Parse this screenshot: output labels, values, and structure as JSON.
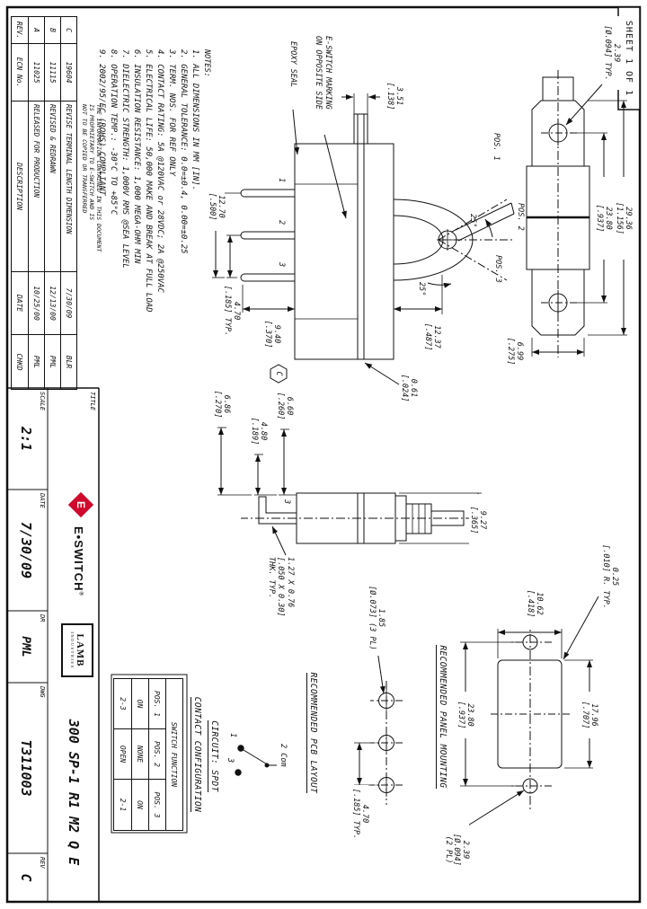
{
  "sheet": {
    "label": "SHEET 1 OF 1"
  },
  "notes": {
    "heading": "NOTES:",
    "items": [
      "1. ALL DIMENSIONS IN MM [IN].",
      "2. GENERAL TOLERANCE: 0.0=±0.4, 0.00=±0.25",
      "3. TERM. NOS. FOR REF ONLY",
      "4. CONTACT RATING: 5A @120VAC or 28VDC; 2A @250VAC",
      "5. ELECTRICAL LIFE: 50,000 MAKE AND BREAK AT FULL LOAD",
      "6. INSULATION RESISTANCE: 1,000 MEGA-OHM MIN",
      "7. DIELECTRIC STRENGTH: 1,000V RMS @SEA LEVEL",
      "8. OPERATION TEMP.: -30°C TO +85°C",
      "9. 2002/95/EC (ROHS) COMPLIANT."
    ]
  },
  "revision_table": {
    "headers": {
      "rev": "REV.",
      "ecn": "ECN No.",
      "description": "DESCRIPTION",
      "date": "DATE",
      "chkd": "CHKD"
    },
    "rows": [
      {
        "rev": "C",
        "ecn": "19604",
        "description": "REVISE TERMINAL LENGTH DIMENSION",
        "date": "7/30/09",
        "chkd": "BLR"
      },
      {
        "rev": "B",
        "ecn": "11115",
        "description": "REVISED & REDRAWN",
        "date": "12/13/00",
        "chkd": "PML"
      },
      {
        "rev": "A",
        "ecn": "11025",
        "description": "RELEASED FOR PRODUCTION",
        "date": "10/25/00",
        "chkd": "PML"
      }
    ]
  },
  "proprietary_note": "THE INFORMATION CONTAINED IN THIS DOCUMENT\nIS PROPRIETARY TO E-SWITCH AND IS\nNOT TO BE COPIED OR TRANSFERRED",
  "title_block": {
    "title_label": "TITLE",
    "title": "300 SP-1 R1 M2 Q E",
    "scale_label": "SCALE",
    "scale": "2:1",
    "date_label": "DATE",
    "date": "7/30/09",
    "dr_label": "DR",
    "dr": "PML",
    "dwg_label": "DWG",
    "dwg": "T311003",
    "rev_label": "REV",
    "rev": "C",
    "brand": "E•SWITCH",
    "brand_reg": "®",
    "lamb": "LAMB",
    "lamb_sub": "INDUSTRIES",
    "lamb_tm": "™",
    "brand_color": "#cf0a2c"
  },
  "side_view": {
    "callout_marking": "E-SWITCH MARKING\nON OPPOSITE SIDE",
    "callout_epoxy": "EPOXY SEAL",
    "pos1": "POS. 1",
    "pos2": "POS. 2",
    "pos3": "POS. 3",
    "angle1": "25°",
    "angle2": "25°",
    "terminals": [
      "1",
      "2",
      "3"
    ],
    "hex_mark": "C",
    "dim_lever": "3.51\n[.138]",
    "dim_term_len": "9.40\n[.370]",
    "dim_pitch": "4.70\n[.185] TYP.",
    "dim_span": "12.70\n[.500]",
    "dim_seam": "0.61\n[.024]",
    "dim_throw": "12.37\n[.487]"
  },
  "top_view": {
    "dim_overall": "29.36\n[1.156]",
    "dim_holes": "23.80\n[.937]",
    "dim_end": "6.99\n[.275]",
    "callout_hole": "2.39\n[Ø.094] TYP."
  },
  "front_view": {
    "dim_width": "9.27\n[.365]",
    "dim_a": "6.60\n[.260]",
    "dim_b": "4.80\n[.189]",
    "dim_c": "6.86\n[.270]",
    "terminal": "3",
    "callout_thk": "1.27 X 0.76\n[.050 X 0.30]\nTHK. TYP."
  },
  "pcb_layout": {
    "heading": "RECOMMENDED PCB LAYOUT",
    "dim_pitch": "4.70\n[.185] TYP.",
    "callout_hole": "1.85\n[Ø.073] (3 PL)"
  },
  "panel_mounting": {
    "heading": "RECOMMENDED PANEL MOUNTING",
    "dim_cut_w": "17.96\n[.707]",
    "dim_cut_h": "10.62\n[.418]",
    "dim_holes": "23.80\n[.937]",
    "callout_radius": "0.25\n[.010] R. TYP.",
    "callout_hole": "2.39\n[Ø.094]\n(2 PL)"
  },
  "circuit": {
    "heading": "CIRCUIT: SPDT",
    "com": "2 Com",
    "t1": "1",
    "t3": "3"
  },
  "contact_config": {
    "heading": "CONTACT CONFIGURATION",
    "table": {
      "header": "SWITCH FUNCTION",
      "cols": [
        "POS. 1",
        "POS. 2",
        "POS. 3"
      ],
      "row_on": [
        "ON",
        "NONE",
        "ON"
      ],
      "row_conn": [
        "2-3",
        "OPEN",
        "2-1"
      ]
    }
  }
}
